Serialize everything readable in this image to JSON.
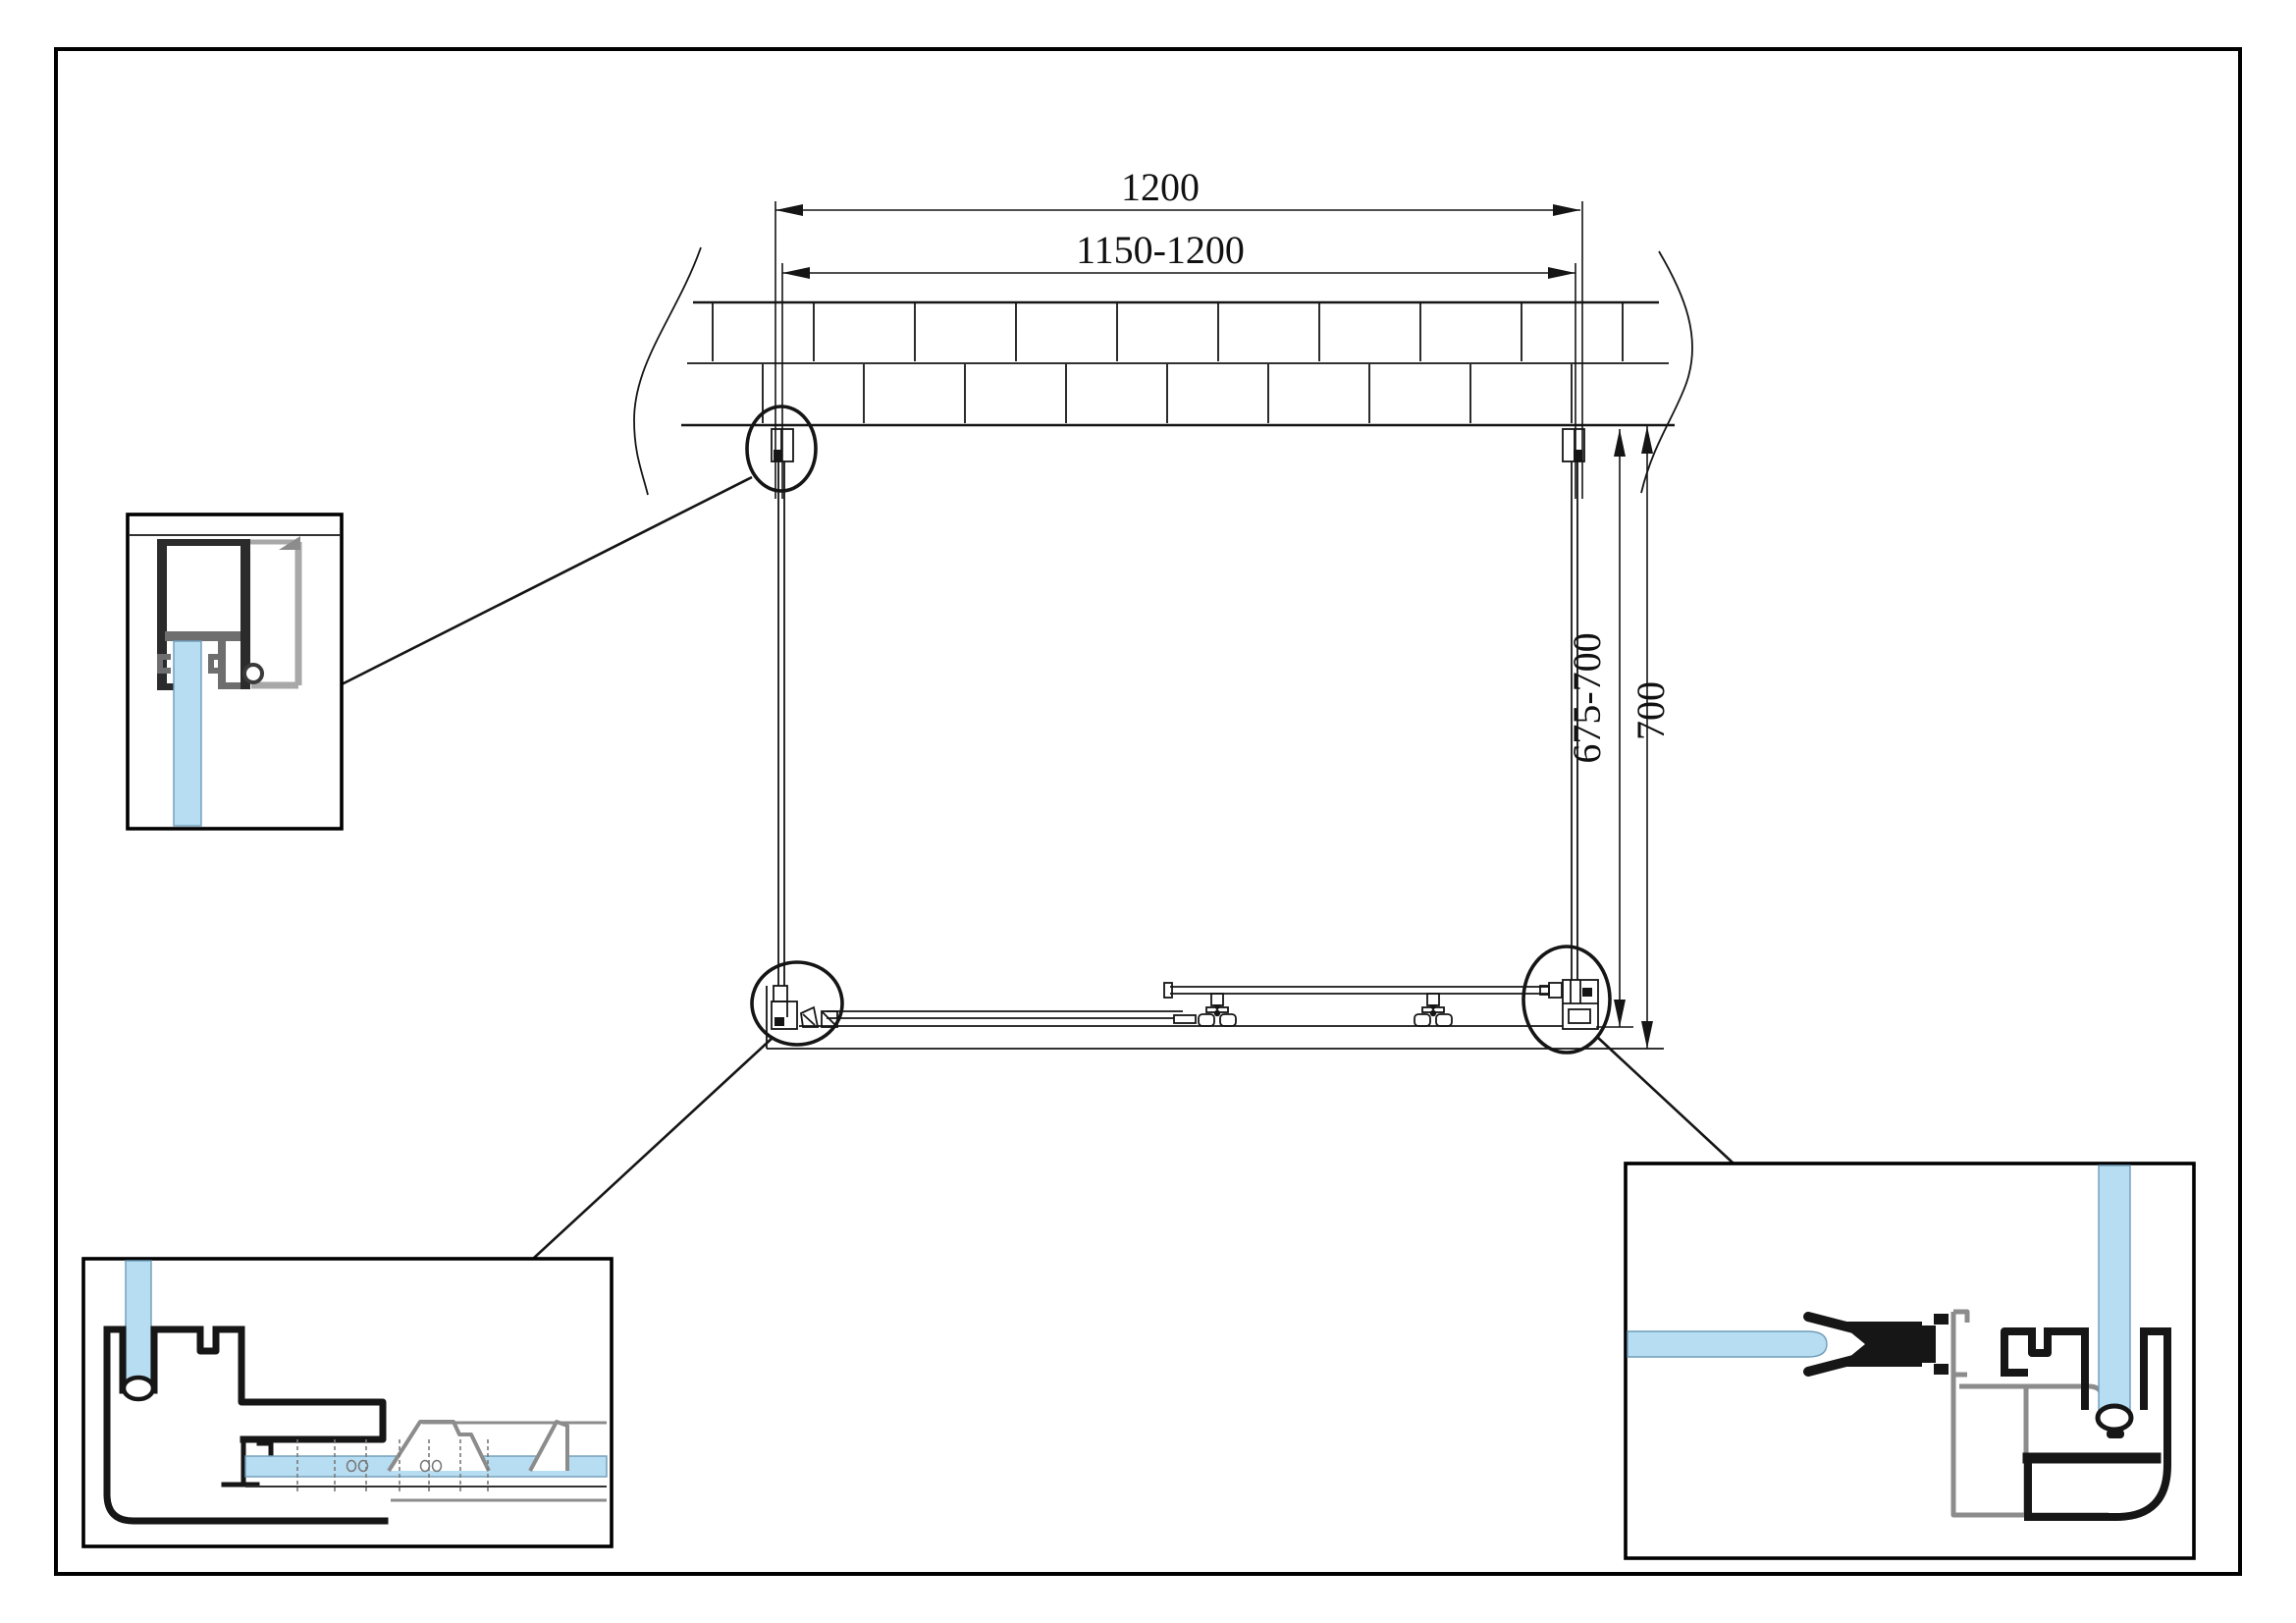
{
  "drawing": {
    "dimensions": {
      "top_outer_width": "1200",
      "top_adjustable_width": "1150-1200",
      "side_adjustable_depth": "675-700",
      "side_outer_depth": "700"
    },
    "colors": {
      "line": "#151515",
      "glass_fill": "#b7ddf2",
      "profile_gray": "#8c8c8c",
      "profile_light_gray": "#a8a8a8",
      "background": "#ffffff"
    }
  }
}
